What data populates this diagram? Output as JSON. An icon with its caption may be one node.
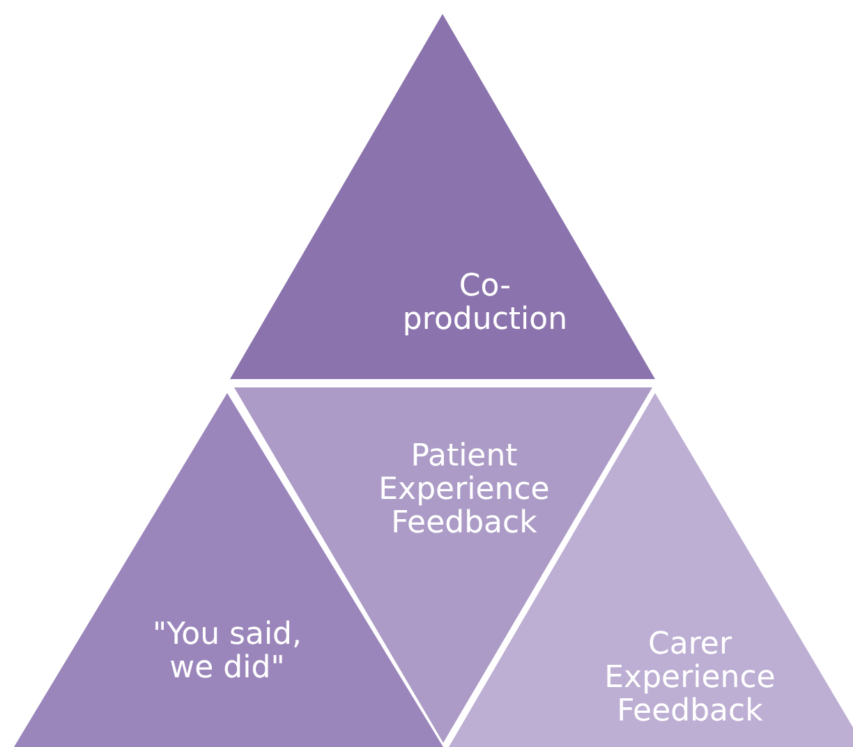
{
  "diagram": {
    "nodes": [
      {
        "text": [
          "Co-production"
        ]
      },
      {
        "text": [
          "Patient Experience Feedback"
        ]
      },
      {
        "text": [
          "\"You said, we did\""
        ]
      },
      {
        "text": [
          "Carer Experience Feedback"
        ]
      }
    ]
  }
}
